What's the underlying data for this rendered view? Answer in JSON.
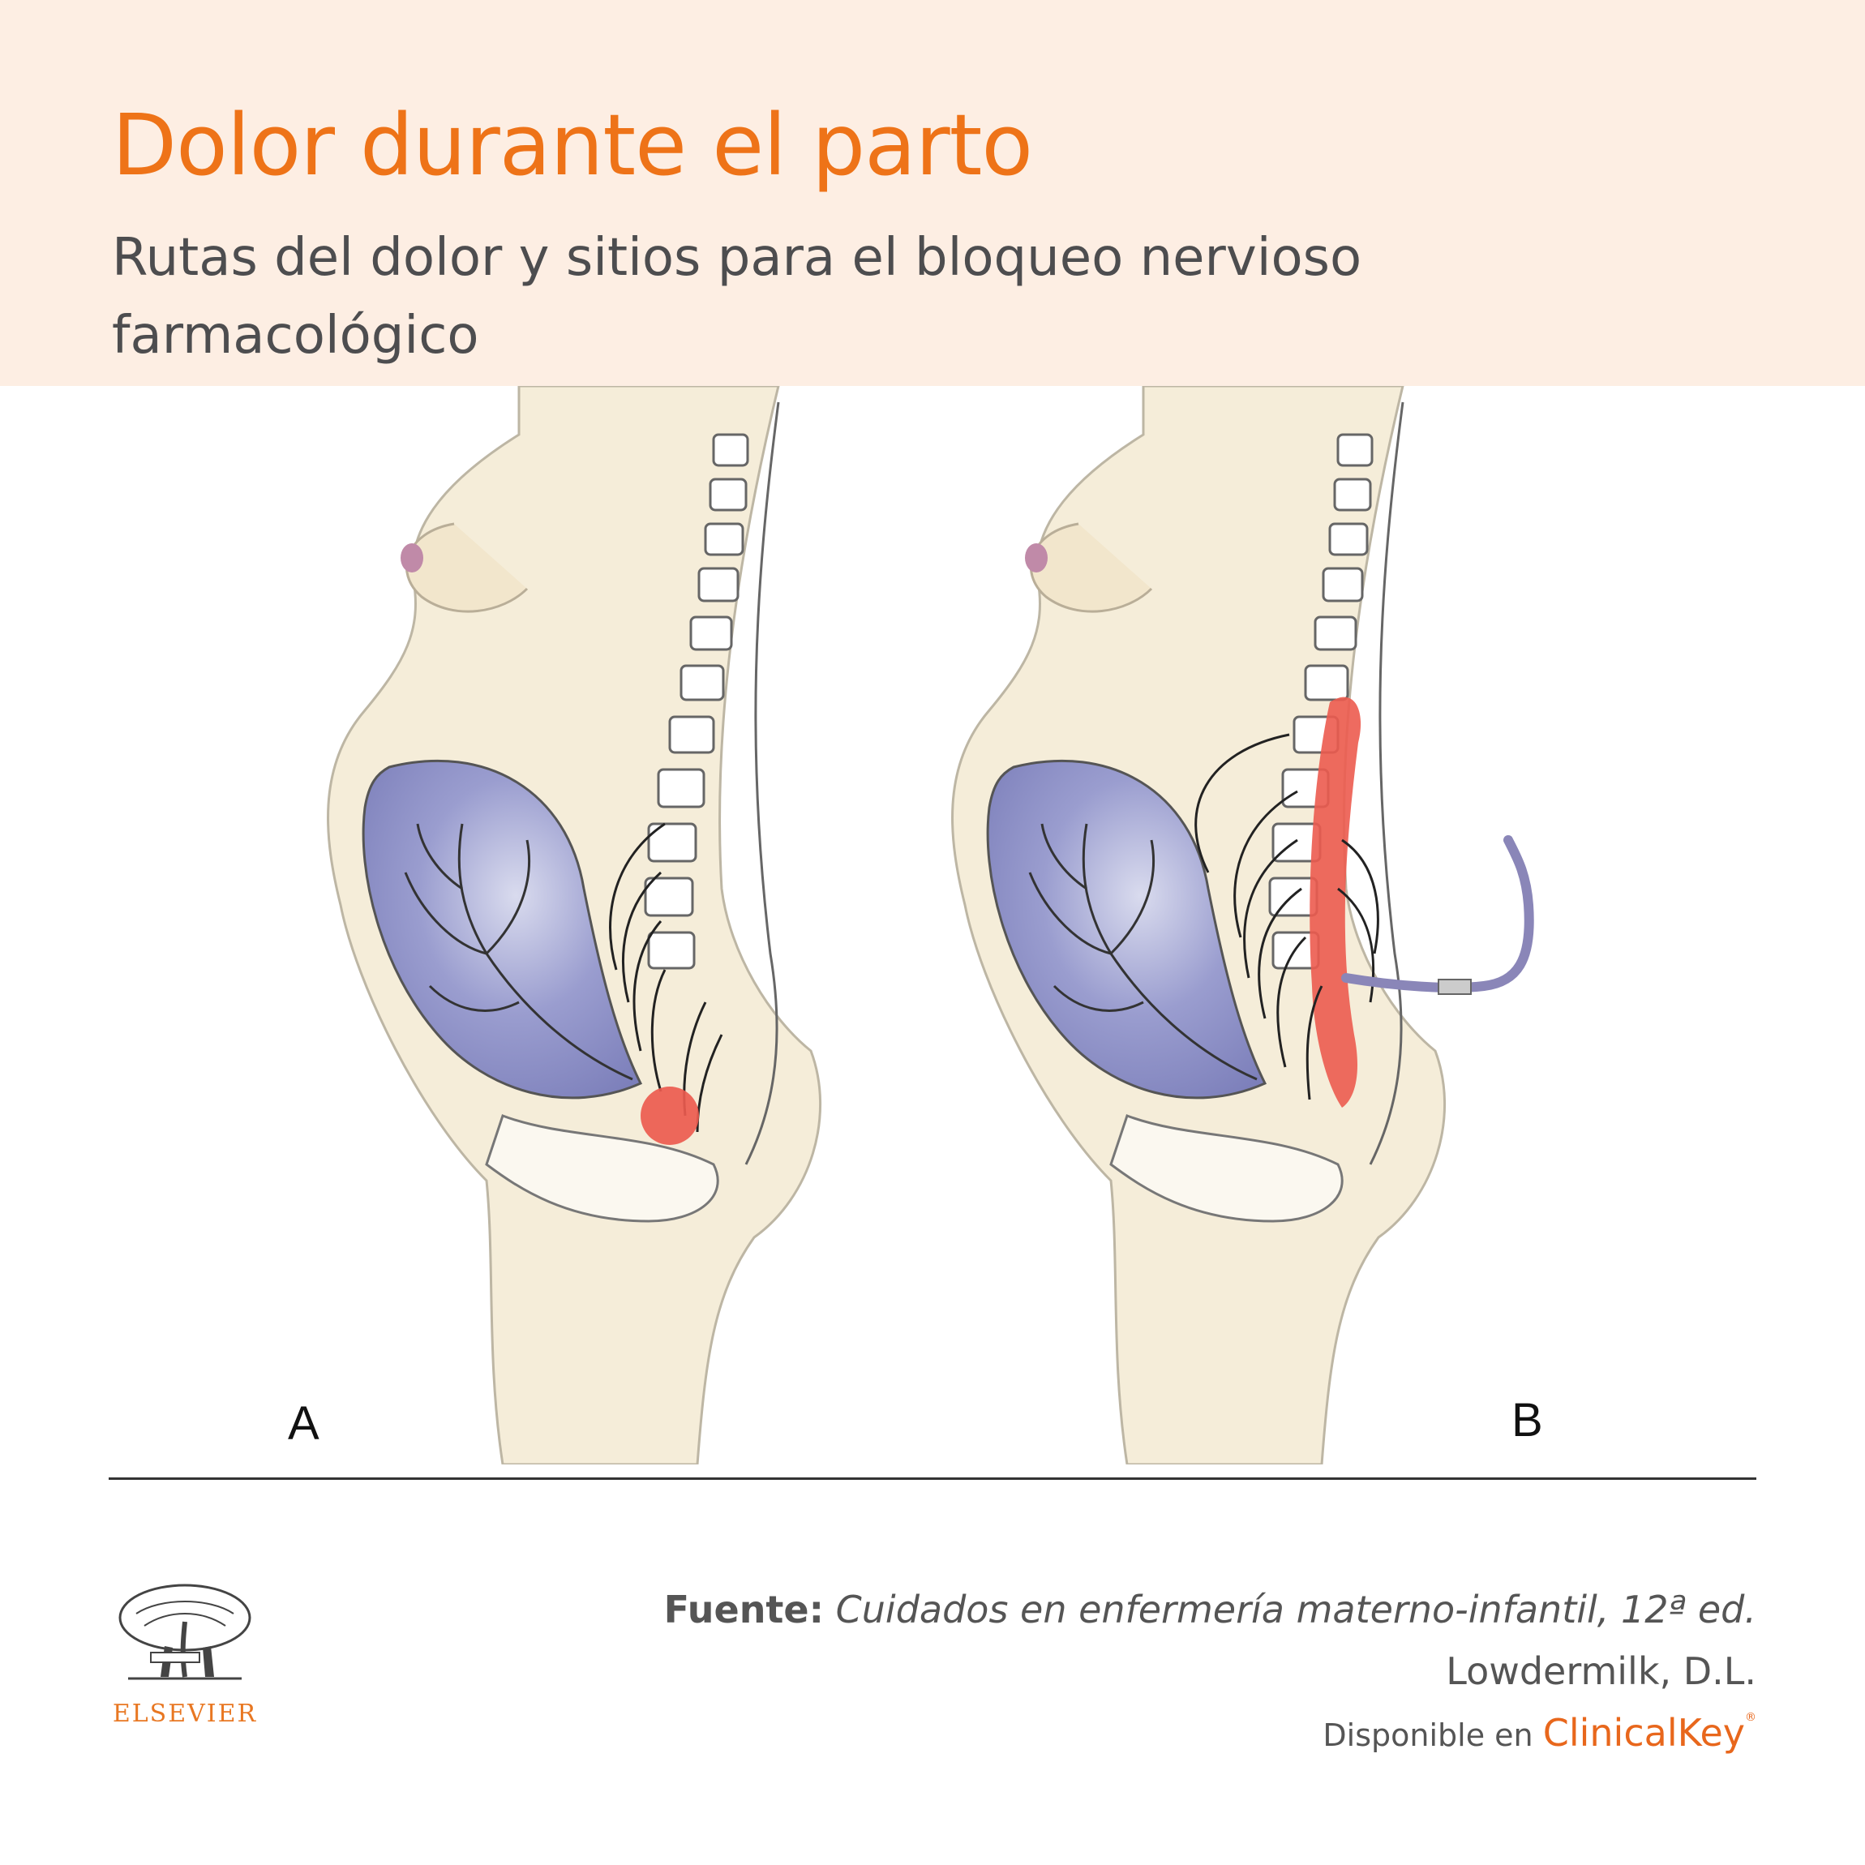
{
  "header": {
    "title": "Dolor durante el parto",
    "subtitle": "Rutas del dolor y sitios para el bloqueo nervioso farmacológico"
  },
  "figure": {
    "panels": [
      {
        "label": "A"
      },
      {
        "label": "B"
      }
    ]
  },
  "footer": {
    "source_label": "Fuente:",
    "source_title": "Cuidados en enfermería materno-infantil, 12ª ed.",
    "author": "Lowdermilk, D.L.",
    "available_prefix": "Disponible en",
    "available_platform": "ClinicalKey",
    "publisher": "ELSEVIER"
  },
  "colors": {
    "accent": "#ee7318",
    "header_bg": "#fdeee3",
    "body_tint": "#f5edd9",
    "uterus": "#8c8fc4",
    "block_red": "#ec5b4f"
  }
}
